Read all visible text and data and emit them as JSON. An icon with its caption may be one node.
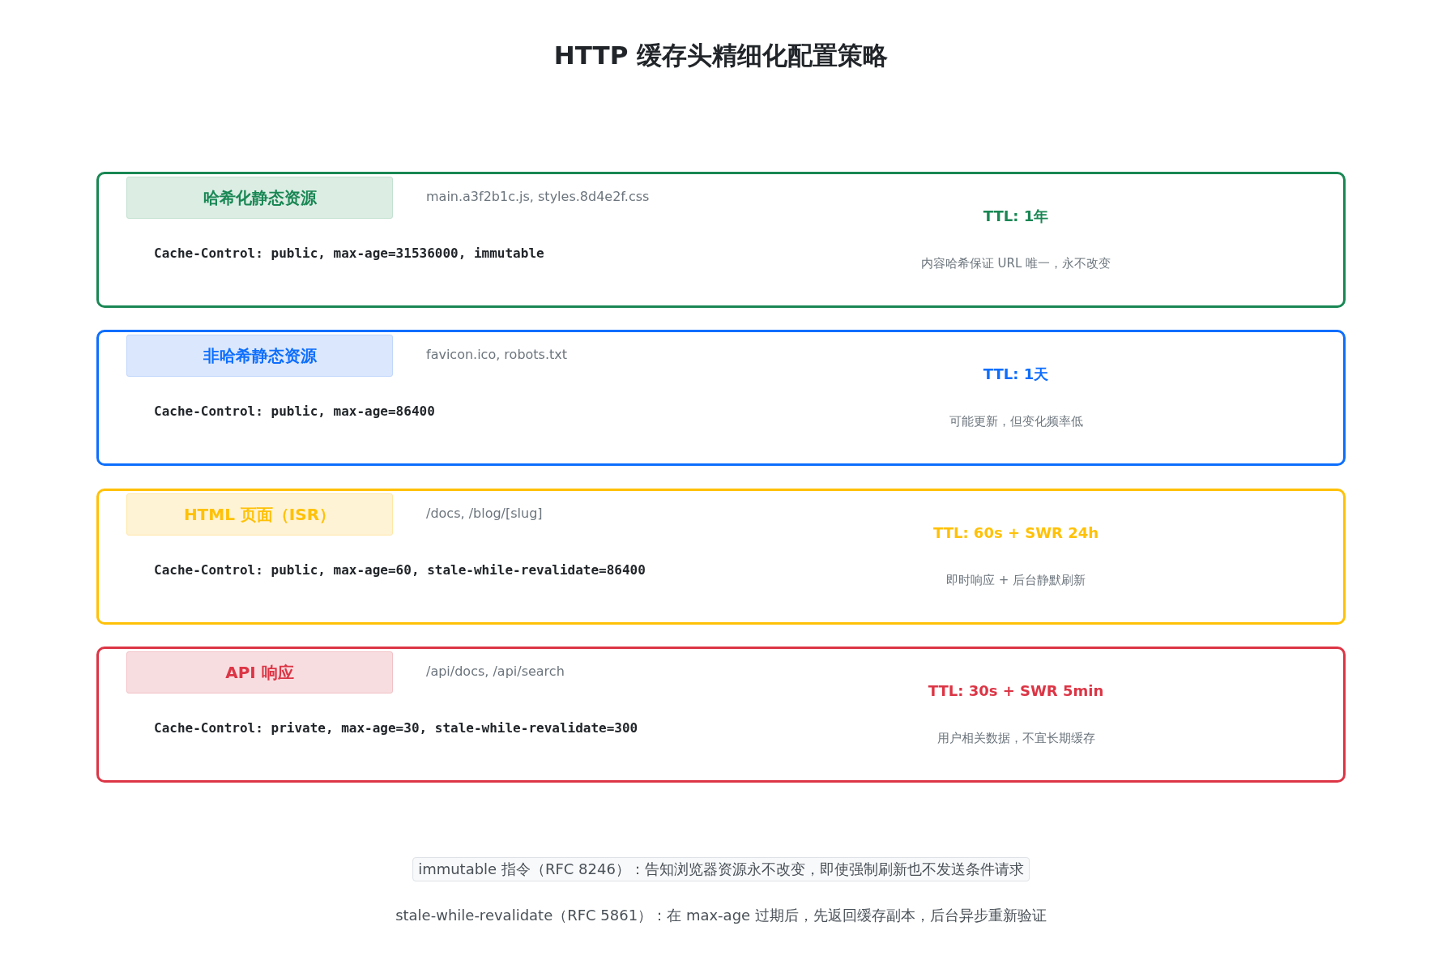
{
  "diagram": {
    "title": "HTTP 缓存头精细化配置策略",
    "nodes": [
      {
        "text": [
          "main.a3f2b1c.js, styles.8d4e2f.css",
          "Cache-Control: public, max-age=31536000, immutable",
          "TTL: 1年",
          "内容哈希保证 URL 唯一，永不改变"
        ]
      },
      {
        "text": [
          "哈希化静态资源"
        ],
        "in": 0
      },
      {
        "text": [
          "favicon.ico, robots.txt",
          "Cache-Control: public, max-age=86400",
          "TTL: 1天",
          "可能更新，但变化频率低"
        ]
      },
      {
        "text": [
          "非哈希静态资源"
        ],
        "in": 2
      },
      {
        "text": [
          "/docs, /blog/[slug]",
          "Cache-Control: public, max-age=60, stale-while-revalidate=86400",
          "TTL: 60s + SWR 24h",
          "即时响应 + 后台静默刷新"
        ]
      },
      {
        "text": [
          "HTML 页面（ISR）"
        ],
        "in": 4
      },
      {
        "text": [
          "/api/docs, /api/search",
          "Cache-Control: private, max-age=30, stale-while-revalidate=300",
          "TTL: 30s + SWR 5min",
          "用户相关数据，不宜长期缓存"
        ]
      },
      {
        "text": [
          "API 响应"
        ],
        "in": 6
      },
      {
        "text": [
          "immutable 指令（RFC 8246）：告知浏览器资源永不改变，即使强制刷新也不发送条件请求"
        ]
      }
    ],
    "labels": [
      "stale-while-revalidate（RFC 5861）：在 max-age 过期后，先返回缓存副本，后台异步重新验证"
    ]
  }
}
